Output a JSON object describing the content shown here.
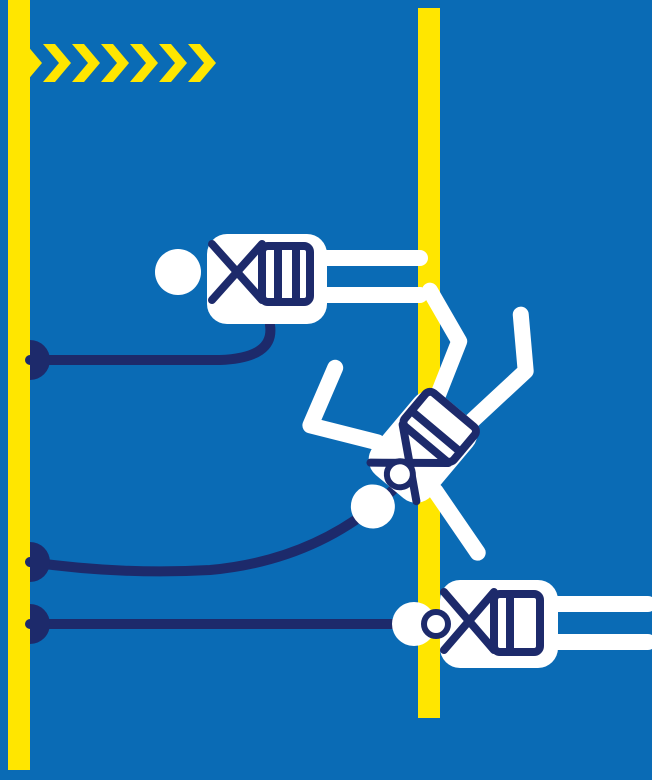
{
  "illustration": {
    "colors": {
      "background": "#0a6bb5",
      "edge_line": "#ffe600",
      "figure": "#ffffff",
      "harness": "#1d2a6b",
      "lanyard": "#1d2a6b"
    },
    "icons": {
      "direction_chevrons": "chevron-right-icon",
      "anchor_points": "anchor-point-icon",
      "workers": "person-with-harness-icon"
    },
    "chevron_count": 7,
    "anchor_count": 3,
    "worker_count": 3
  }
}
